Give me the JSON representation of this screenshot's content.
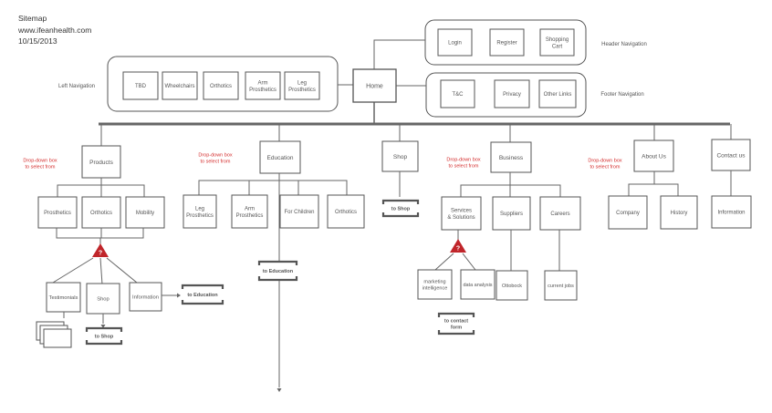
{
  "header": {
    "title": "Sitemap",
    "url": "www.ifeanhealth.com",
    "date": "10/15/2013"
  },
  "labels": {
    "left_nav": "Left Navigation",
    "header_nav": "Header Navigation",
    "footer_nav": "Footer Navigation"
  },
  "home": "Home",
  "header_items": [
    "Login",
    "Register",
    [
      "Shopping",
      "Cart"
    ]
  ],
  "footer_items": [
    "T&C",
    "Privacy",
    "Other Links"
  ],
  "left_items": [
    "TBD",
    "Wheelchairs",
    "Orthotics",
    [
      "Arm",
      "Prosthetics"
    ],
    [
      "Leg",
      "Prosthetics"
    ]
  ],
  "dropdown_note": [
    "Drop-down box",
    "to select from"
  ],
  "sections": {
    "products": {
      "label": "Products",
      "children": [
        "Prosthetics",
        "Orthotics",
        "Mobility"
      ],
      "pages": [
        "Testimonials",
        "Shop",
        "Information"
      ],
      "link_shop": "to Shop",
      "link_education": "to Education"
    },
    "education": {
      "label": "Education",
      "children": [
        [
          "Leg",
          "Prosthetics"
        ],
        [
          "Arm",
          "Prosthetics"
        ],
        "For Children",
        "Orthotics"
      ],
      "link": "to Education"
    },
    "shop": {
      "label": "Shop",
      "link": "to Shop"
    },
    "business": {
      "label": "Business",
      "children": [
        [
          "Services",
          "& Solutions"
        ],
        "Suppliers",
        "Careers"
      ],
      "pages": [
        [
          "marketing",
          "intelligence"
        ],
        "data analysis"
      ],
      "supplier_page": "Ottobock",
      "career_page": "current jobs",
      "link": [
        "to contact",
        "form"
      ]
    },
    "about": {
      "label": "About Us",
      "children": [
        "Company",
        "History"
      ]
    },
    "contact": {
      "label": "Contact us",
      "children": [
        "Information"
      ]
    }
  },
  "question_mark": "?",
  "colors": {
    "line": "#666666",
    "box": "#555555",
    "note": "#d42c2c",
    "warning": "#c0252a",
    "text": "#555555"
  }
}
